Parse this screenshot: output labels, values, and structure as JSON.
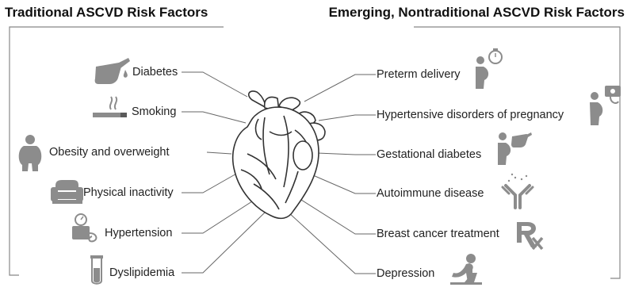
{
  "left_header": "Traditional ASCVD Risk Factors",
  "right_header": "Emerging, Nontraditional ASCVD Risk Factors",
  "traditional_factors": [
    {
      "label": "Diabetes",
      "icon": "glucose-meter-icon"
    },
    {
      "label": "Smoking",
      "icon": "cigarette-icon"
    },
    {
      "label": "Obesity and overweight",
      "icon": "obese-person-icon"
    },
    {
      "label": "Physical inactivity",
      "icon": "armchair-icon"
    },
    {
      "label": "Hypertension",
      "icon": "blood-pressure-monitor-icon"
    },
    {
      "label": "Dyslipidemia",
      "icon": "test-tube-icon"
    }
  ],
  "nontraditional_factors": [
    {
      "label": "Preterm delivery",
      "icon": "pregnant-woman-stopwatch-icon"
    },
    {
      "label": "Hypertensive disorders of pregnancy",
      "icon": "pregnant-woman-bp-icon"
    },
    {
      "label": "Gestational diabetes",
      "icon": "pregnant-woman-glucose-icon"
    },
    {
      "label": "Autoimmune disease",
      "icon": "antibody-icon"
    },
    {
      "label": "Breast cancer treatment",
      "icon": "rx-icon"
    },
    {
      "label": "Depression",
      "icon": "depressed-person-icon"
    }
  ],
  "center_icon": "anatomical-heart-icon",
  "colors": {
    "icon": "#8c8c8c",
    "line": "#666666",
    "text": "#222222"
  }
}
